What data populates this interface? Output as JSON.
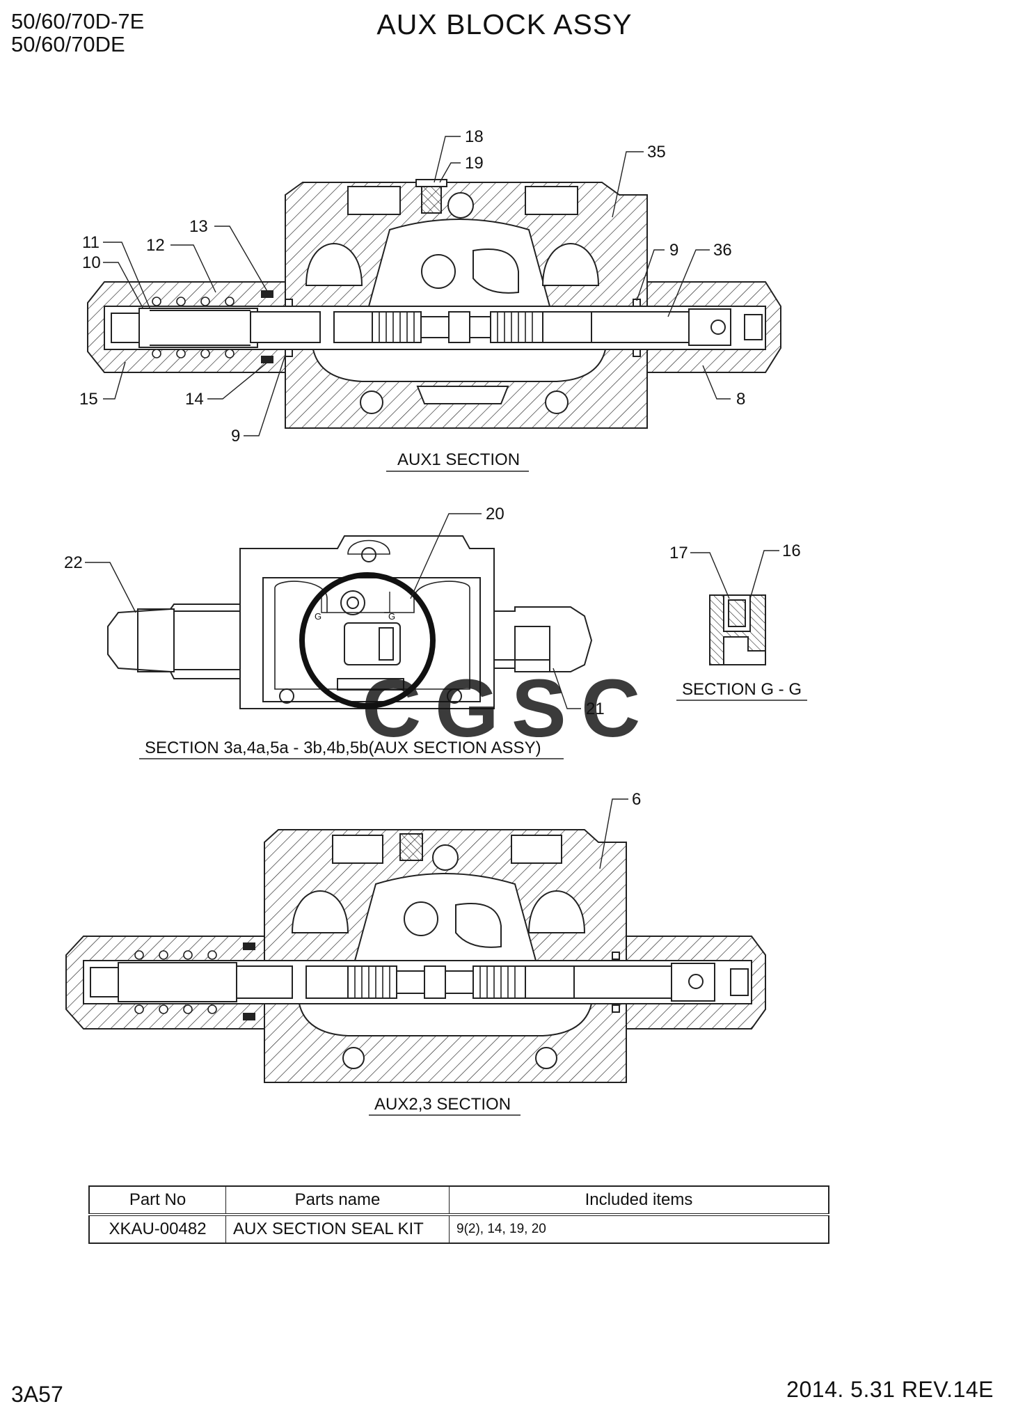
{
  "header": {
    "model_line_1": "50/60/70D-7E",
    "model_line_2": "50/60/70DE",
    "title": "AUX BLOCK ASSY"
  },
  "aux1_section": {
    "label": "AUX1 SECTION",
    "callouts": [
      "18",
      "19",
      "35",
      "13",
      "11",
      "12",
      "10",
      "9",
      "36",
      "15",
      "14",
      "8",
      "9"
    ]
  },
  "aux_section_view": {
    "label": "SECTION 3a,4a,5a - 3b,4b,5b(AUX SECTION ASSY)",
    "callouts": [
      "20",
      "22",
      "21"
    ],
    "cut_marks": [
      "G",
      "G"
    ]
  },
  "section_gg": {
    "label": "SECTION G - G",
    "callouts": [
      "17",
      "16"
    ]
  },
  "aux23_section": {
    "label": "AUX2,3 SECTION",
    "callouts": [
      "6"
    ]
  },
  "parts_table": {
    "headers": [
      "Part No",
      "Parts name",
      "Included items"
    ],
    "rows": [
      {
        "part_no": "XKAU-00482",
        "name": "AUX SECTION SEAL KIT",
        "included": "9(2), 14, 19, 20"
      }
    ]
  },
  "watermark": {
    "text": "CGSC",
    "colors": [
      "#3f7fe0",
      "#e8413a",
      "#f4c430",
      "#2fa66a"
    ]
  },
  "footer": {
    "page_code": "3A57",
    "revision": "2014. 5.31  REV.14E"
  }
}
